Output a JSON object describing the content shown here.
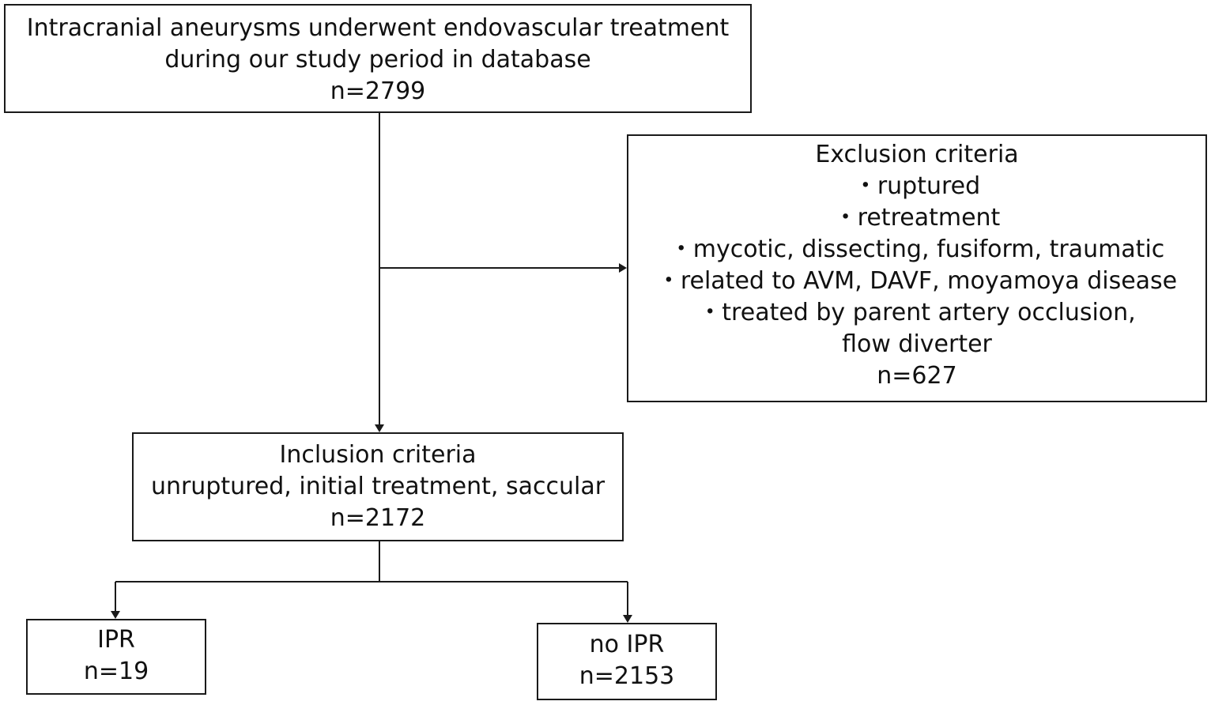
{
  "boxes": {
    "top": {
      "line1": "Intracranial aneurysms underwent endovascular treatment",
      "line2": "during our study period in database",
      "count": "n=2799"
    },
    "exclusion": {
      "title": "Exclusion criteria",
      "items": [
        "・ruptured",
        "・retreatment",
        "・mycotic, dissecting, fusiform, traumatic",
        "・related to AVM, DAVF, moyamoya disease",
        "・treated by parent artery occlusion,"
      ],
      "item_continuation": "flow diverter",
      "count": "n=627"
    },
    "inclusion": {
      "title": "Inclusion criteria",
      "criteria": "unruptured, initial treatment, saccular",
      "count": "n=2172"
    },
    "ipr": {
      "title": "IPR",
      "count": "n=19"
    },
    "no_ipr": {
      "title": "no IPR",
      "count": "n=2153"
    }
  }
}
